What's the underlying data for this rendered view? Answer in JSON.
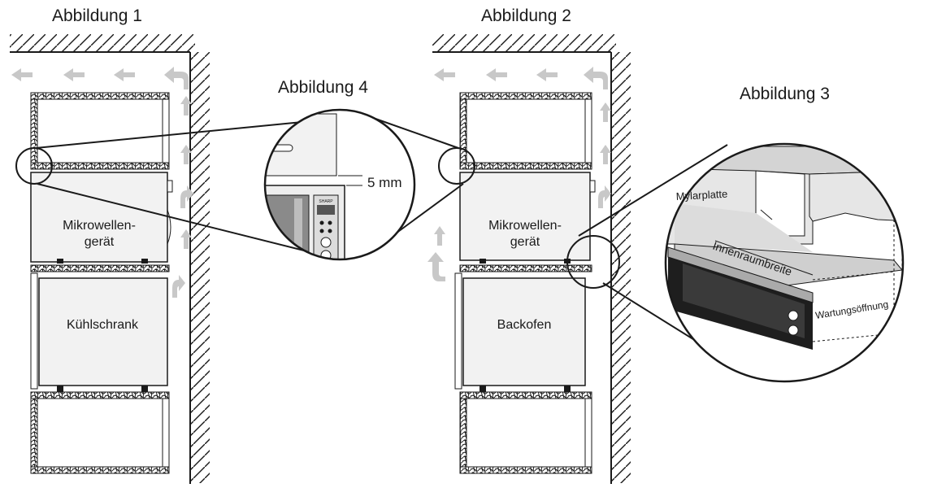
{
  "figures": {
    "fig1": {
      "title": "Abbildung 1",
      "microwave_label_line1": "Mikrowellen-",
      "microwave_label_line2": "gerät",
      "lower_appliance_label": "Kühlschrank"
    },
    "fig2": {
      "title": "Abbildung 2",
      "microwave_label_line1": "Mikrowellen-",
      "microwave_label_line2": "gerät",
      "lower_appliance_label": "Backofen"
    },
    "fig3": {
      "title": "Abbildung 3",
      "mylar_label": "Mylarplatte",
      "width_label": "Innenraumbreite",
      "service_label": "Wartungsöffnung"
    },
    "fig4": {
      "title": "Abbildung 4",
      "gap_label": "5 mm",
      "brand_text": "SHARP"
    }
  },
  "colors": {
    "line": "#1a1a1a",
    "panel_fill": "#f2f2f2",
    "arrow": "#c8c8c8",
    "door_dark": "#2b2b2b"
  }
}
